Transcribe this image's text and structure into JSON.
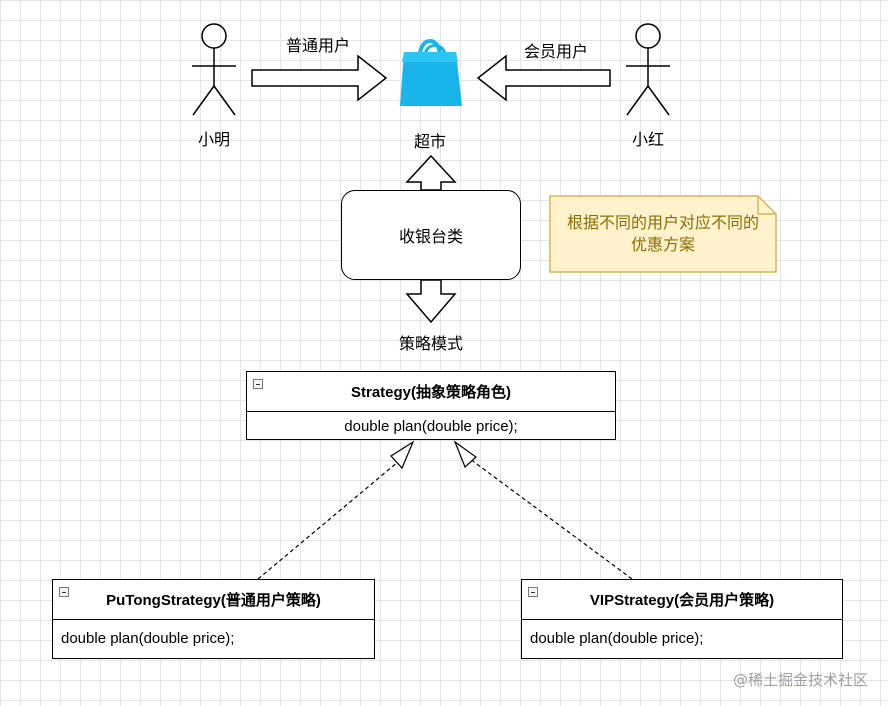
{
  "actors": {
    "left_name": "小明",
    "right_name": "小红"
  },
  "arrows": {
    "left_label": "普通用户",
    "right_label": "会员用户"
  },
  "supermarket": {
    "icon": "shopping-bag-icon",
    "label": "超市",
    "color": "#19b4ea"
  },
  "cashier": {
    "label": "收银台类"
  },
  "strategy_pattern": {
    "label": "策略模式"
  },
  "note": {
    "line1": "根据不同的用户对应不同的",
    "line2": "优惠方案",
    "fill": "#fff2cc",
    "stroke": "#d6b656"
  },
  "classes": {
    "strategy": {
      "name": "Strategy(抽象策略角色)",
      "method": "double plan(double price);"
    },
    "putong": {
      "name": "PuTongStrategy(普通用户策略)",
      "method": "double plan(double price);"
    },
    "vip": {
      "name": "VIPStrategy(会员用户策略)",
      "method": "double plan(double price);"
    }
  },
  "watermark": "@稀土掘金技术社区"
}
